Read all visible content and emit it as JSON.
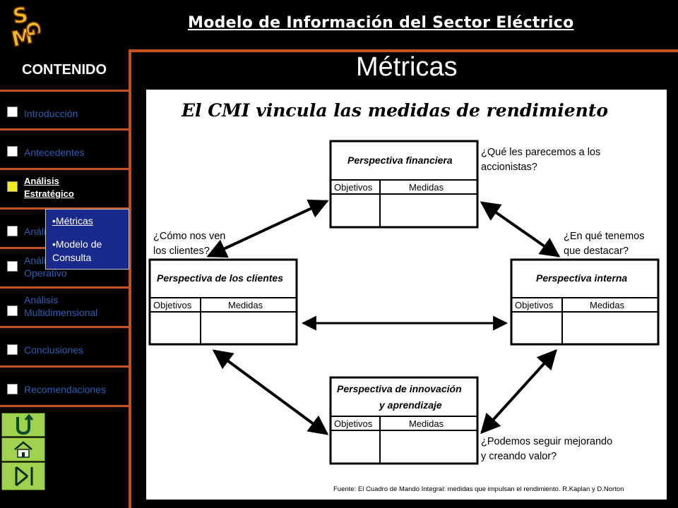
{
  "header": {
    "title": "Modelo de Información del Sector Eléctrico",
    "logo_letters": [
      "S",
      "M",
      "G"
    ]
  },
  "page": {
    "title": "Métricas"
  },
  "sidebar": {
    "heading": "CONTENIDO",
    "items": [
      {
        "label": "Introducción",
        "active": false
      },
      {
        "label": "Antecedentes",
        "active": false
      },
      {
        "label": "Análisis Estratégico",
        "active": true
      },
      {
        "label": "Análisis Táctico",
        "active": false
      },
      {
        "label": "Análisis Operativo",
        "active": false
      },
      {
        "label": "Análisis Multidimensional",
        "active": false
      },
      {
        "label": "Conclusiones",
        "active": false
      },
      {
        "label": "Recomendaciones",
        "active": false
      }
    ],
    "item_labels": {
      "introduccion": "Introducción",
      "antecedentes": "Antecedentes",
      "estrategico": "Análisis Estratégico",
      "tactico": "Análisis Táctico",
      "operativo": "Análisis Operativo",
      "multidimensional": "Análisis Multidimensional",
      "conclusiones": "Conclusiones",
      "recomendaciones": "Recomendaciones"
    },
    "submenu": {
      "metricas": "•Métricas",
      "modelo": "•Modelo de Consulta"
    },
    "nav_buttons": [
      "return-icon",
      "home-icon",
      "end-icon"
    ]
  },
  "diagram": {
    "title": "El CMI vincula las medidas de rendimiento",
    "col_objetivos": "Objetivos",
    "col_medidas": "Medidas",
    "boxes": {
      "financiera": "Perspectiva financiera",
      "clientes": "Perspectiva de los clientes",
      "interna": "Perspectiva interna",
      "innovacion_1": "Perspectiva de innovación",
      "innovacion_2": "y aprendizaje"
    },
    "questions": {
      "financiera_1": "¿Qué les parecemos a los",
      "financiera_2": "accionistas?",
      "clientes_1": "¿Cómo nos ven",
      "clientes_2": "los clientes?",
      "interna_1": "¿En qué tenemos",
      "interna_2": "que destacar?",
      "innovacion_1": "¿Podemos seguir mejorando",
      "innovacion_2": "y creando valor?"
    },
    "source": "Fuente:  El Cuadro de Mando Integral: medidas que impulsan el rendimiento.  R.Kaplan y D.Norton"
  },
  "colors": {
    "accent_orange": "#c8501e",
    "link_blue": "#2d5db4",
    "submenu_bg": "#1a2a8c",
    "button_green": "#9ed24e",
    "active_square": "#f2ee1a"
  }
}
